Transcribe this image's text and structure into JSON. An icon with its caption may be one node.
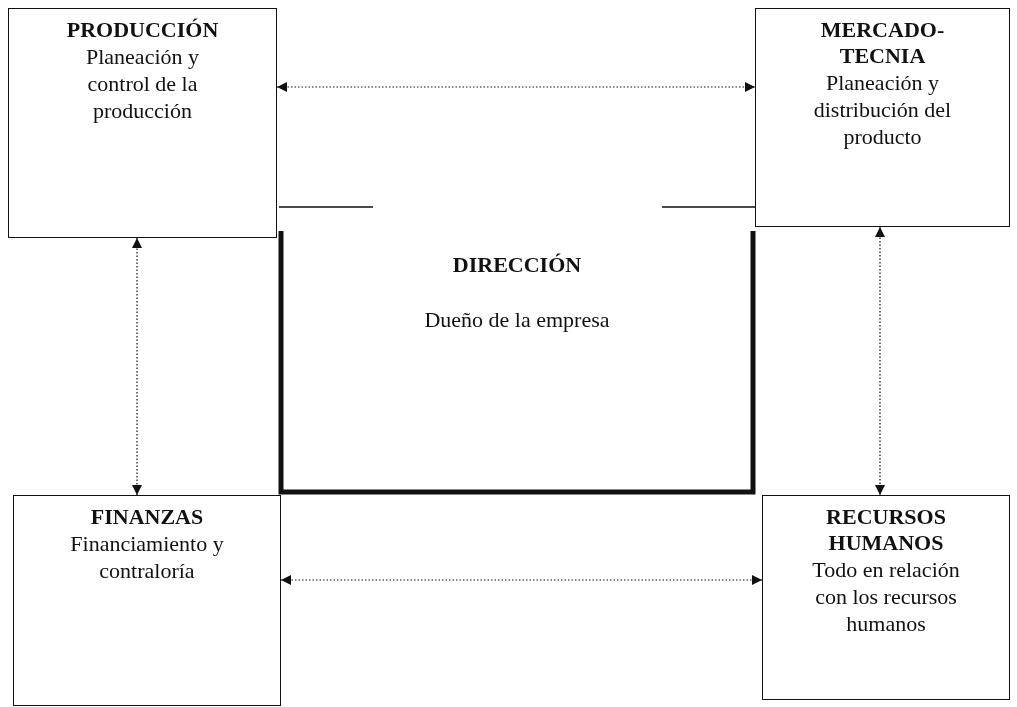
{
  "diagram": {
    "nodes": [
      {
        "text": [
          "PRODUCCIÓN",
          "Planeación y control de la producción"
        ]
      },
      {
        "text": [
          "MERCADO- TECNIA",
          "Planeación y distribución del producto"
        ]
      },
      {
        "text": [
          "DIRECCIÓN",
          "Dueño de la empresa"
        ]
      },
      {
        "text": [
          "FINANZAS",
          "Financiamiento y contraloría"
        ]
      },
      {
        "text": [
          "RECURSOS HUMANOS",
          "Todo en relación con los recursos humanos"
        ]
      }
    ],
    "edges": [
      {
        "from": 0,
        "to": 1,
        "arrow": "both"
      },
      {
        "from": 0,
        "to": 3,
        "arrow": "both"
      },
      {
        "from": 1,
        "to": 4,
        "arrow": "both"
      },
      {
        "from": 3,
        "to": 4,
        "arrow": "both"
      }
    ]
  }
}
